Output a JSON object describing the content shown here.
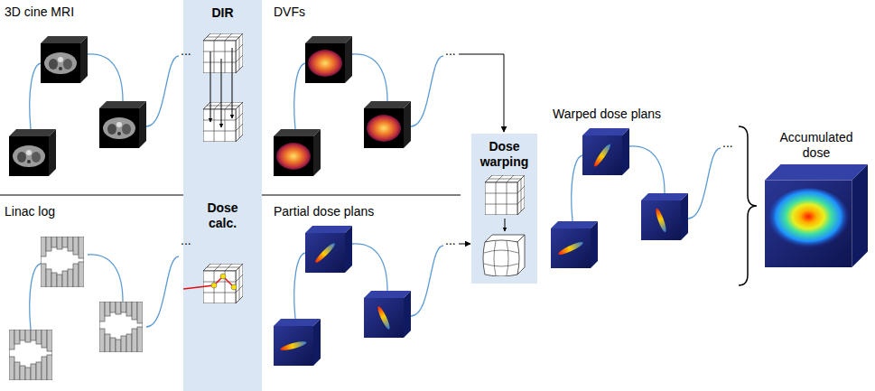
{
  "diagram": {
    "nodes": [
      {
        "text": [
          "DIR"
        ]
      },
      {
        "text": [
          "Dose calc."
        ]
      },
      {
        "text": [
          "Dose warping"
        ]
      },
      {
        "text": [
          "Accumulated dose"
        ]
      }
    ],
    "labels": [
      "3D cine MRI",
      "...",
      "DVFs",
      "...",
      "Linac log",
      "...",
      "Partial dose plans",
      "...",
      "Warped dose plans",
      "..."
    ]
  }
}
